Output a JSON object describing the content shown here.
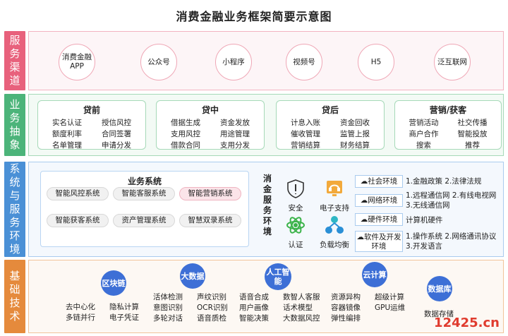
{
  "title": "消费金融业务框架简要示意图",
  "sections": {
    "channels": {
      "label": "服务渠道",
      "items": [
        "消费金融APP",
        "公众号",
        "小程序",
        "视频号",
        "H5",
        "泛互联网"
      ]
    },
    "abstraction": {
      "label": "业务抽象",
      "cards": [
        {
          "title": "贷前",
          "items": [
            "实名认证",
            "授信风控",
            "额度利率",
            "合同签署",
            "名单管理",
            "申请分发"
          ]
        },
        {
          "title": "贷中",
          "items": [
            "借据生成",
            "资金发放",
            "支用风控",
            "用途管理",
            "借款合同",
            "支用分发"
          ]
        },
        {
          "title": "贷后",
          "items": [
            "计息入账",
            "资金回收",
            "催收管理",
            "监管上报",
            "营销结算",
            "财务结算"
          ]
        },
        {
          "title": "营销/获客",
          "items": [
            "营销活动",
            "社交传播",
            "商户合作",
            "智能投放",
            "搜索",
            "推荐"
          ]
        }
      ]
    },
    "systems": {
      "label": "系统与服务环境",
      "biz_title": "业务系统",
      "biz_items": [
        "智能风控系统",
        "智能客服系统",
        "智能营销系统",
        "智能获客系统",
        "资产管理系统",
        "智慧双录系统"
      ],
      "env_label": "消金服务环境",
      "env_icons": [
        {
          "label": "安全",
          "icon": "shield-icon"
        },
        {
          "label": "电子支持",
          "icon": "headset-icon"
        },
        {
          "label": "认证",
          "icon": "atom-icon"
        },
        {
          "label": "负载均衡",
          "icon": "network-icon"
        }
      ],
      "env_rows": [
        {
          "tag": "社会环境",
          "text": "1.金融政策 2.法律法规"
        },
        {
          "tag": "网络环境",
          "text": "1.远程通信网 2.有线电视网 3.无线通信网"
        },
        {
          "tag": "硬件环境",
          "text": "计算机硬件"
        },
        {
          "tag": "软件及开发环境",
          "text": "1.操作系统 2.网络通讯协议 3.开发语言"
        }
      ]
    },
    "tech": {
      "label": "基础技术",
      "groups": [
        {
          "name": "区块链",
          "items": [
            "去中心化",
            "隐私计算",
            "多链并行",
            "电子凭证"
          ]
        },
        {
          "name": "大数据",
          "items": [
            "活体检测",
            "声纹识别",
            "意图识别",
            "OCR识别",
            "多轮对话",
            "语音质检"
          ]
        },
        {
          "name": "人工智能",
          "items": [
            "语音合成",
            "数智人客服",
            "用户画像",
            "话术模型",
            "智能决策",
            "大数据风控"
          ]
        },
        {
          "name": "云计算",
          "items": [
            "资源异构",
            "超级计算",
            "容器镜像",
            "GPU运维",
            "弹性编排"
          ]
        },
        {
          "name": "数据库",
          "items": [
            "数据存储"
          ]
        }
      ]
    }
  },
  "watermark": "12425.cn"
}
